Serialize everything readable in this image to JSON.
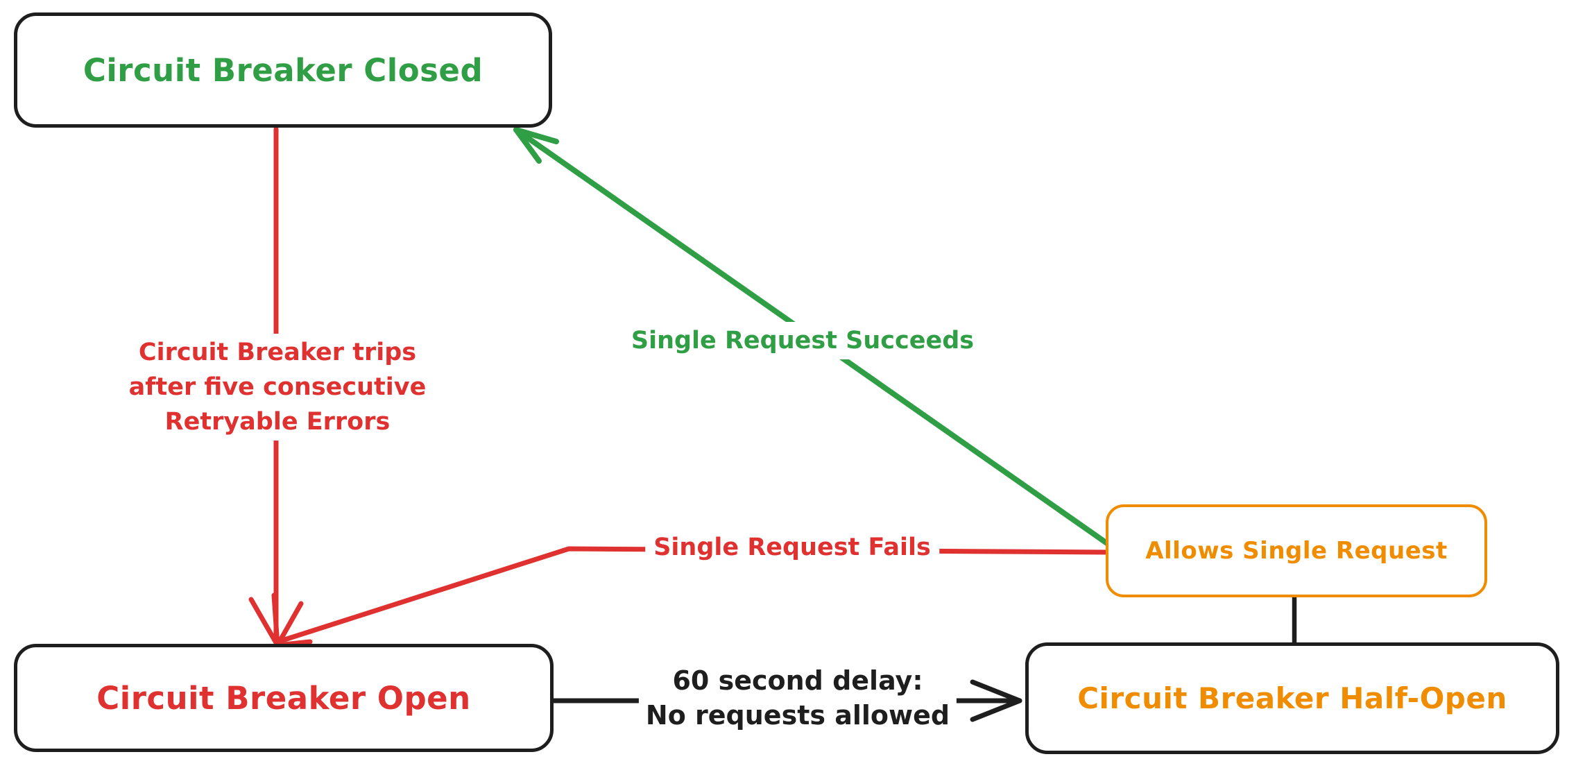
{
  "nodes": {
    "closed": {
      "label": "Circuit Breaker Closed"
    },
    "open": {
      "label": "Circuit Breaker Open"
    },
    "half_open": {
      "label": "Circuit Breaker Half-Open"
    },
    "allows": {
      "label": "Allows Single Request"
    }
  },
  "edges": {
    "trips": {
      "label": "Circuit Breaker trips\nafter five consecutive\nRetryable Errors"
    },
    "succeeds": {
      "label": "Single Request Succeeds"
    },
    "fails": {
      "label": "Single Request Fails"
    },
    "delay": {
      "label": "60 second delay:\nNo requests allowed"
    }
  },
  "colors": {
    "green": "#2f9e44",
    "red": "#e03131",
    "orange": "#f08c00",
    "black": "#1e1e1e",
    "background": "#ffffff"
  }
}
